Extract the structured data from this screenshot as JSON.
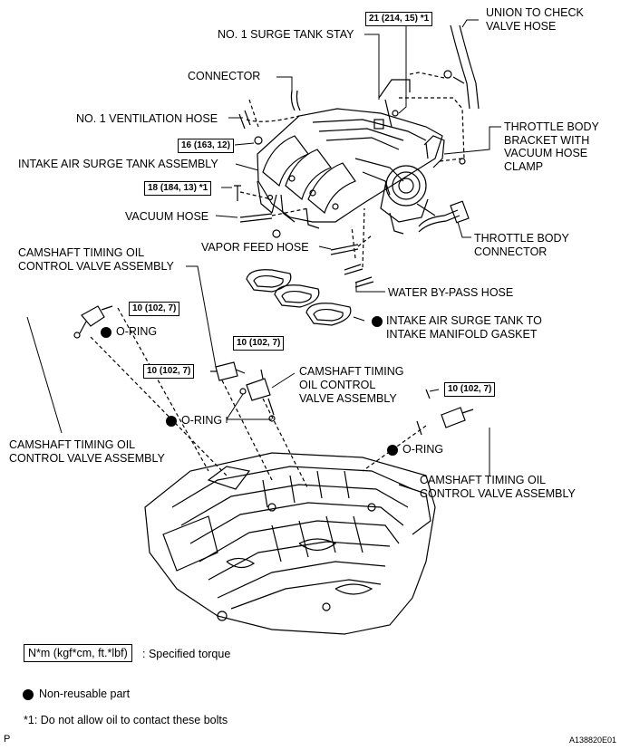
{
  "labels": {
    "union_hose": "UNION TO CHECK\nVALVE HOSE",
    "surge_tank_stay": "NO. 1 SURGE TANK STAY",
    "connector": "CONNECTOR",
    "ventilation_hose": "NO. 1 VENTILATION HOSE",
    "throttle_bracket": "THROTTLE BODY\nBRACKET WITH\nVACUUM HOSE\nCLAMP",
    "surge_tank_assembly": "INTAKE AIR SURGE TANK ASSEMBLY",
    "vacuum_hose": "VACUUM HOSE",
    "throttle_connector": "THROTTLE BODY\nCONNECTOR",
    "vapor_feed_hose": "VAPOR FEED HOSE",
    "cam_valve_upper": "CAMSHAFT TIMING OIL\nCONTROL VALVE ASSEMBLY",
    "water_bypass_hose": "WATER BY-PASS HOSE",
    "gasket": "INTAKE AIR SURGE TANK TO\nINTAKE MANIFOLD GASKET",
    "oring_left": "O-RING",
    "cam_valve_center": "CAMSHAFT TIMING\nOIL CONTROL\nVALVE ASSEMBLY",
    "oring_center": "O-RING",
    "cam_valve_left": "CAMSHAFT TIMING OIL\nCONTROL VALVE ASSEMBLY",
    "oring_right": "O-RING",
    "cam_valve_right": "CAMSHAFT TIMING OIL\nCONTROL VALVE ASSEMBLY"
  },
  "torques": {
    "t21": "21 (214, 15) *1",
    "t16": "16 (163, 12)",
    "t18": "18 (184, 13) *1",
    "t10_left": "10 (102, 7)",
    "t10_center_top": "10 (102, 7)",
    "t10_center_left": "10 (102, 7)",
    "t10_right": "10 (102, 7)"
  },
  "legend": {
    "torque_unit": "N*m (kgf*cm, ft.*lbf)",
    "torque_desc": ": Specified torque",
    "nonreusable": "Non-reusable part",
    "note": "*1: Do not allow oil to contact these bolts"
  },
  "footer": {
    "corner": "P",
    "code": "A138820E01"
  }
}
